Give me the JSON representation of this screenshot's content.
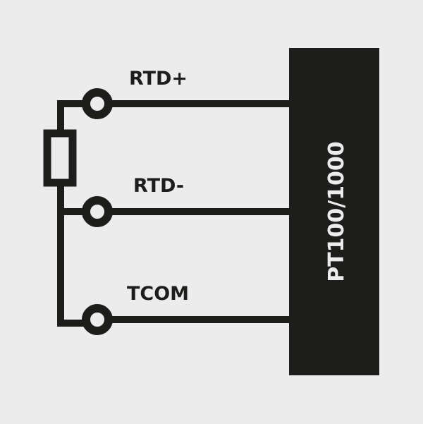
{
  "terminals": [
    {
      "label": "RTD+"
    },
    {
      "label": "RTD-"
    },
    {
      "label": "TCOM"
    }
  ],
  "device": {
    "label": "PT100/1000"
  },
  "colors": {
    "ink": "#1d1d1b",
    "background": "#ececec"
  }
}
